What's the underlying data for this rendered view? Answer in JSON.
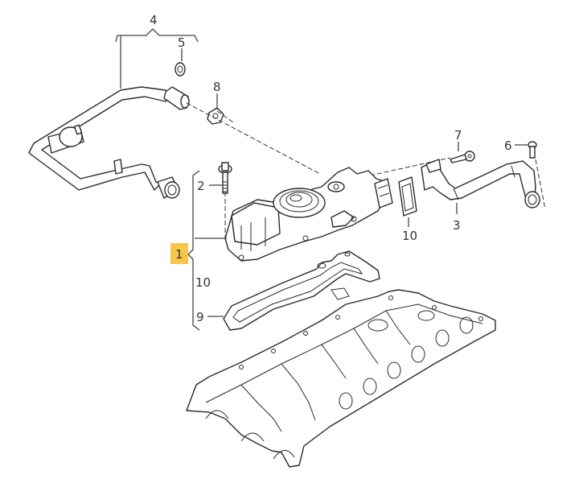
{
  "diagram": {
    "title": "Crankcase ventilation / cylinder head cover exploded view",
    "highlight_color": "#f7c548",
    "line_color": "#2a2a2a",
    "callouts": [
      {
        "id": "c1",
        "label": "1",
        "highlighted": true
      },
      {
        "id": "c2",
        "label": "2"
      },
      {
        "id": "c3",
        "label": "3"
      },
      {
        "id": "c4",
        "label": "4"
      },
      {
        "id": "c5",
        "label": "5"
      },
      {
        "id": "c6",
        "label": "6"
      },
      {
        "id": "c7",
        "label": "7"
      },
      {
        "id": "c8",
        "label": "8"
      },
      {
        "id": "c9",
        "label": "9"
      },
      {
        "id": "c10a",
        "label": "10"
      },
      {
        "id": "c10b",
        "label": "10"
      }
    ]
  }
}
